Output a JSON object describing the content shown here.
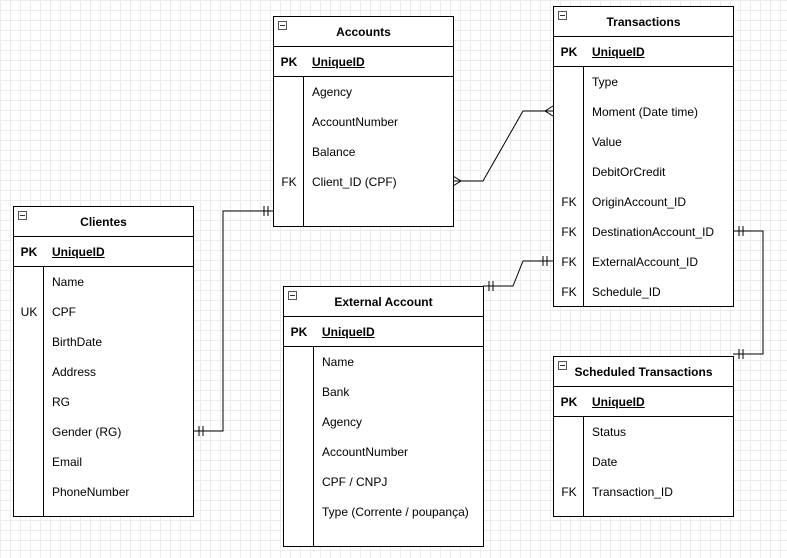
{
  "entities": {
    "accounts": {
      "title": "Accounts",
      "pk_label": "PK",
      "pk_name": "UniqueID",
      "attrs": [
        "Agency",
        "AccountNumber",
        "Balance",
        "Client_ID (CPF)"
      ],
      "keys": [
        "",
        "",
        "",
        "FK"
      ]
    },
    "transactions": {
      "title": "Transactions",
      "pk_label": "PK",
      "pk_name": "UniqueID",
      "attrs": [
        "Type",
        "Moment (Date time)",
        "Value",
        "DebitOrCredit",
        "OriginAccount_ID",
        "DestinationAccount_ID",
        "ExternalAccount_ID",
        "Schedule_ID"
      ],
      "keys": [
        "",
        "",
        "",
        "",
        "FK",
        "FK",
        "FK",
        "FK"
      ]
    },
    "clientes": {
      "title": "Clientes",
      "pk_label": "PK",
      "pk_name": "UniqueID",
      "attrs": [
        "Name",
        "CPF",
        "BirthDate",
        "Address",
        "RG",
        "Gender (RG)",
        "Email",
        "PhoneNumber"
      ],
      "keys": [
        "",
        "UK",
        "",
        "",
        "",
        "",
        "",
        ""
      ]
    },
    "external_account": {
      "title": "External Account",
      "pk_label": "PK",
      "pk_name": "UniqueID",
      "attrs": [
        "Name",
        "Bank",
        "Agency",
        "AccountNumber",
        "CPF / CNPJ",
        "Type (Corrente / poupança)"
      ],
      "keys": [
        "",
        "",
        "",
        "",
        "",
        ""
      ]
    },
    "scheduled_transactions": {
      "title": "Scheduled Transactions",
      "pk_label": "PK",
      "pk_name": "UniqueID",
      "attrs": [
        "Status",
        "Date",
        "Transaction_ID"
      ],
      "keys": [
        "",
        "",
        "FK"
      ]
    }
  }
}
